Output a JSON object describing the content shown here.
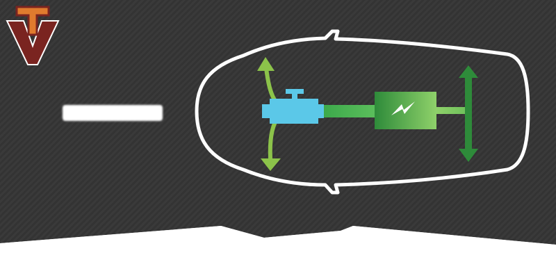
{
  "colors": {
    "background_dark": "#333333",
    "background_stripe": "#3a3a3a",
    "bottom_area": "#ffffff",
    "car_outline": "#ffffff",
    "engine": "#5bc8e8",
    "generator_dark": "#2e8b3a",
    "generator_light": "#8fd16a",
    "front_arrows": "#8cc34a",
    "rear_axle": "#2e8b3a",
    "connector": "#4caf50",
    "bolt": "#ffffff",
    "logo_maroon": "#7a2420",
    "logo_orange": "#e07b2e",
    "speed_bar": "#ffffff"
  },
  "logo": {
    "icon": "tv-monogram-logo",
    "letters": "TV"
  },
  "diagram": {
    "components": [
      {
        "id": "engine",
        "icon": "engine-icon"
      },
      {
        "id": "generator",
        "icon": "lightning-bolt-icon"
      },
      {
        "id": "rear-axle",
        "icon": "double-arrow-icon"
      },
      {
        "id": "front-wheels",
        "icon": "curved-arrows-icon"
      }
    ]
  }
}
